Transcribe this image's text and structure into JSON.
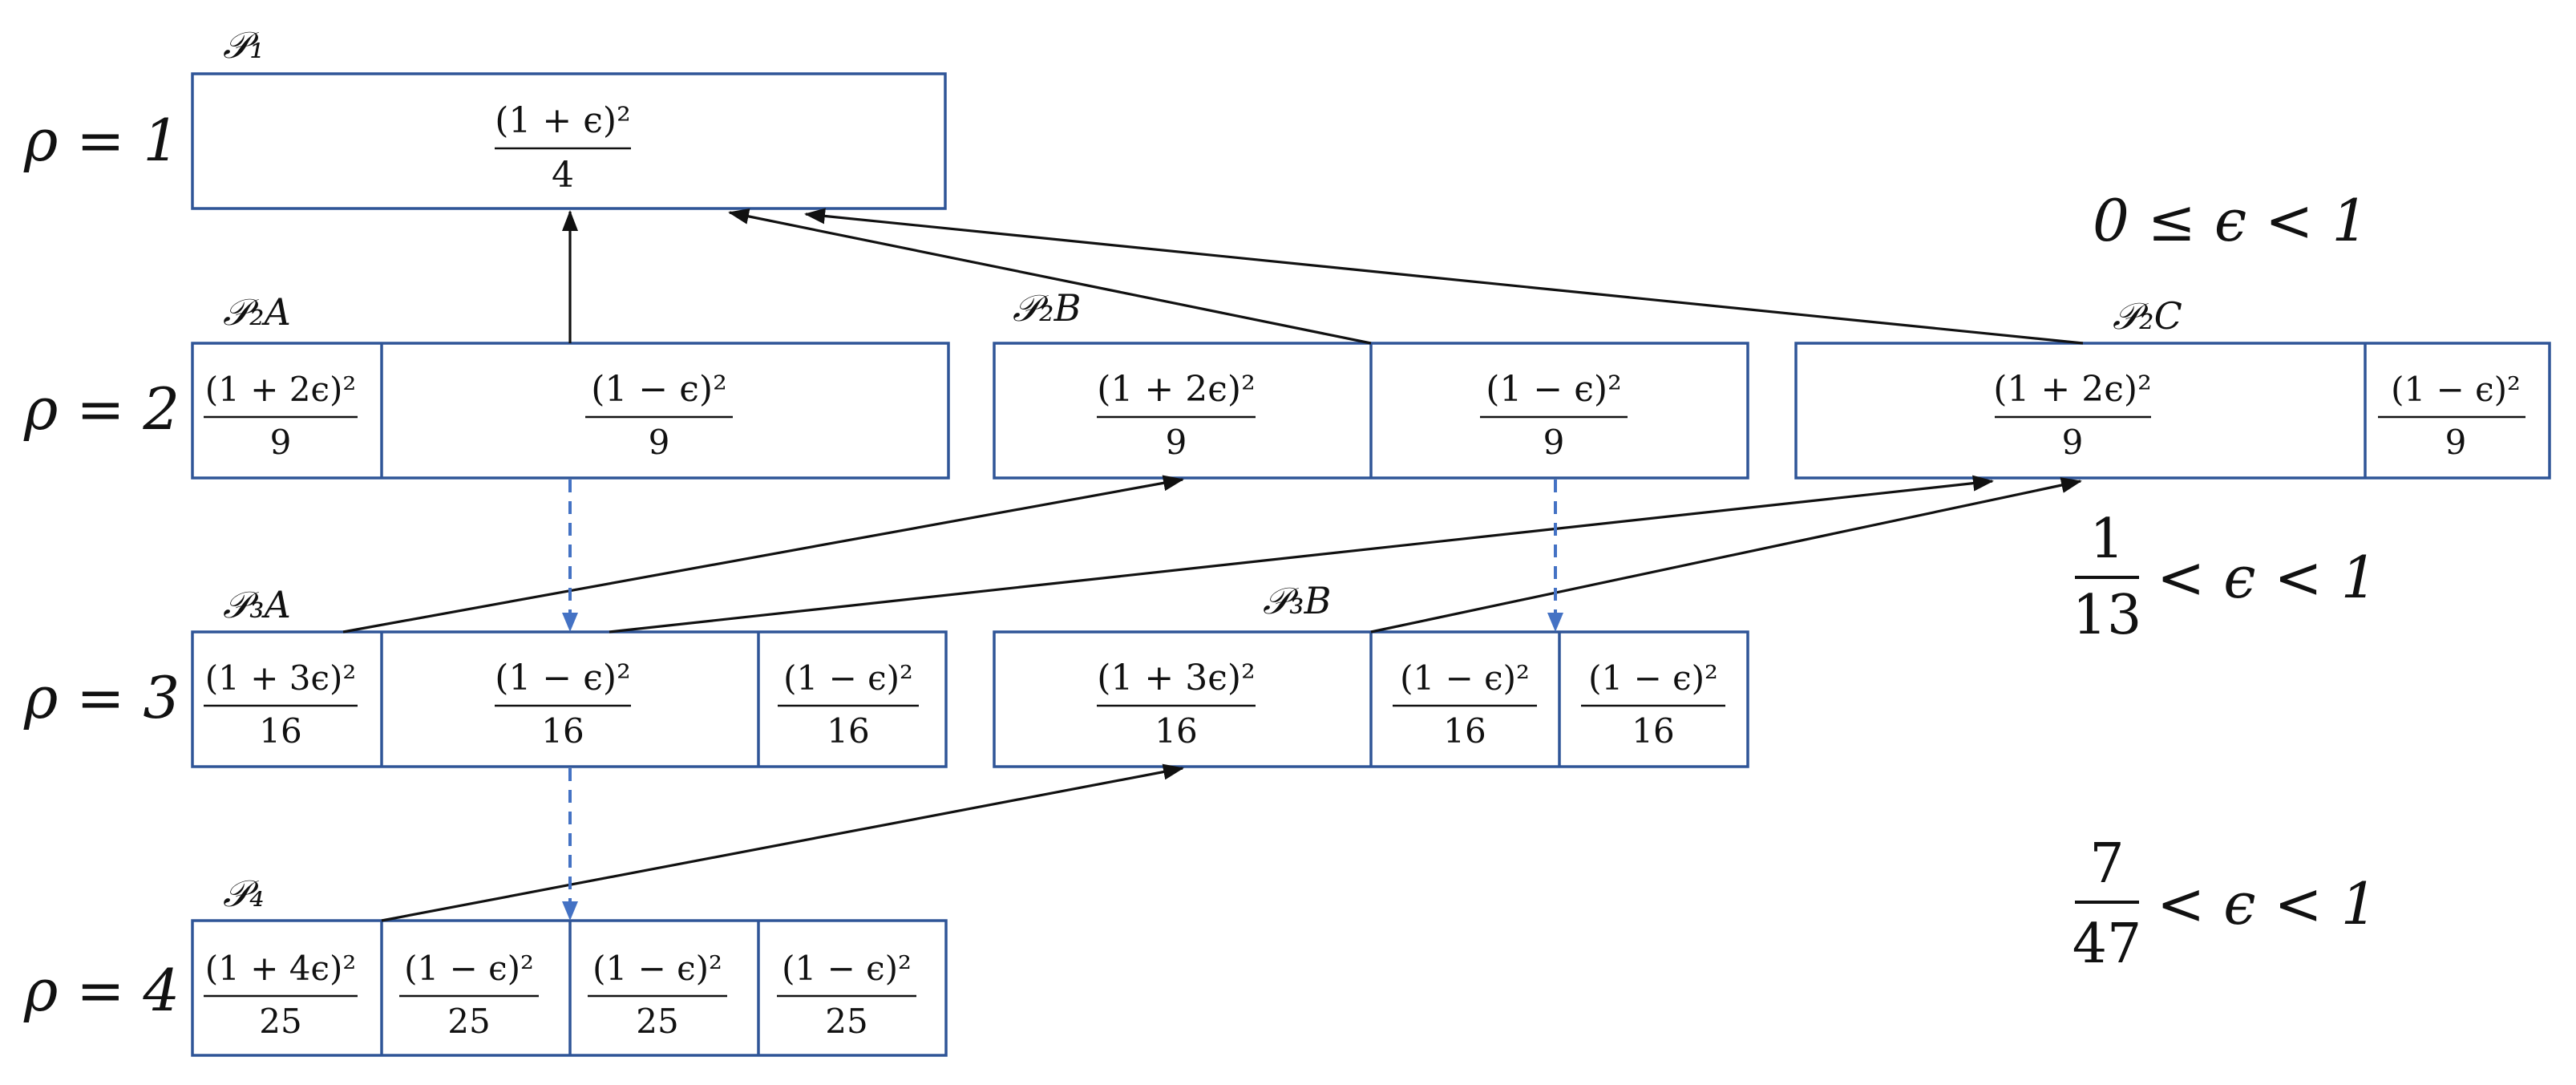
{
  "row_labels": [
    "ρ = 1",
    "ρ = 2",
    "ρ = 3",
    "ρ = 4"
  ],
  "partitions": {
    "p1": "𝒫₁",
    "p2a": "𝒫₂A",
    "p2b": "𝒫₂B",
    "p2c": "𝒫₂C",
    "p3a": "𝒫₃A",
    "p3b": "𝒫₃B",
    "p4": "𝒫₄"
  },
  "cells": {
    "p1": [
      {
        "num": "(1 + ϵ)²",
        "den": "4"
      }
    ],
    "p2a": [
      {
        "num": "(1 + 2ϵ)²",
        "den": "9"
      },
      {
        "num": "(1 − ϵ)²",
        "den": "9"
      }
    ],
    "p2b": [
      {
        "num": "(1 + 2ϵ)²",
        "den": "9"
      },
      {
        "num": "(1 − ϵ)²",
        "den": "9"
      }
    ],
    "p2c": [
      {
        "num": "(1 + 2ϵ)²",
        "den": "9"
      },
      {
        "num": "(1 − ϵ)²",
        "den": "9"
      }
    ],
    "p3a": [
      {
        "num": "(1 + 3ϵ)²",
        "den": "16"
      },
      {
        "num": "(1 − ϵ)²",
        "den": "16"
      },
      {
        "num": "(1 − ϵ)²",
        "den": "16"
      }
    ],
    "p3b": [
      {
        "num": "(1 + 3ϵ)²",
        "den": "16"
      },
      {
        "num": "(1 − ϵ)²",
        "den": "16"
      },
      {
        "num": "(1 − ϵ)²",
        "den": "16"
      }
    ],
    "p4": [
      {
        "num": "(1 + 4ϵ)²",
        "den": "25"
      },
      {
        "num": "(1 − ϵ)²",
        "den": "25"
      },
      {
        "num": "(1 − ϵ)²",
        "den": "25"
      },
      {
        "num": "(1 − ϵ)²",
        "den": "25"
      }
    ]
  },
  "conditions": {
    "c1": "0 ≤ ϵ < 1",
    "c2": {
      "num": "1",
      "den": "13",
      "rest": "< ϵ < 1"
    },
    "c3": {
      "num": "7",
      "den": "47",
      "rest": "< ϵ < 1"
    }
  },
  "colors": {
    "box": "#2f5597",
    "dashed_arrow": "#4472c4",
    "solid_arrow": "#111111"
  }
}
